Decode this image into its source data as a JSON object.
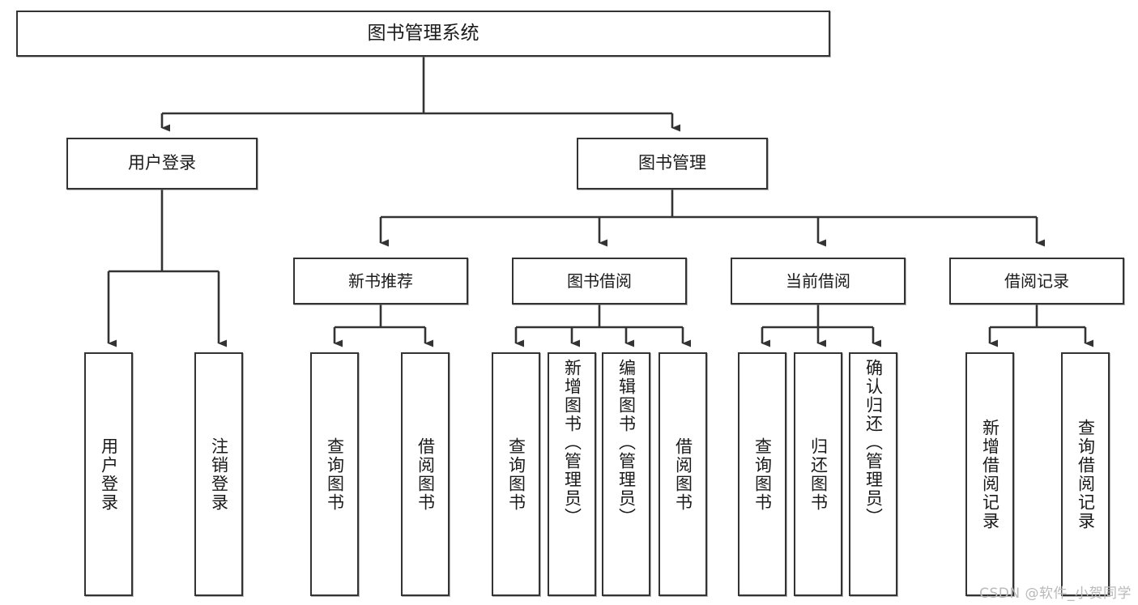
{
  "diagram": {
    "title": "图书管理系统",
    "type": "tree-hierarchy",
    "root": {
      "id": "root",
      "label": "图书管理系统"
    },
    "level2": [
      {
        "id": "user-login",
        "label": "用户登录"
      },
      {
        "id": "book-manage",
        "label": "图书管理"
      }
    ],
    "level3": [
      {
        "id": "new-book-rec",
        "label": "新书推荐",
        "parent": "book-manage"
      },
      {
        "id": "book-borrow",
        "label": "图书借阅",
        "parent": "book-manage"
      },
      {
        "id": "current-borrow",
        "label": "当前借阅",
        "parent": "book-manage"
      },
      {
        "id": "borrow-record",
        "label": "借阅记录",
        "parent": "book-manage"
      }
    ],
    "leaves": [
      {
        "id": "leaf-user-login",
        "label": "用户登录",
        "parent": "user-login"
      },
      {
        "id": "leaf-logout",
        "label": "注销登录",
        "parent": "user-login"
      },
      {
        "id": "leaf-query-book-1",
        "label": "查询图书",
        "parent": "new-book-rec"
      },
      {
        "id": "leaf-borrow-book-1",
        "label": "借阅图书",
        "parent": "new-book-rec"
      },
      {
        "id": "leaf-query-book-2",
        "label": "查询图书",
        "parent": "book-borrow"
      },
      {
        "id": "leaf-add-book",
        "label": "新增图书（管理员）",
        "parent": "book-borrow"
      },
      {
        "id": "leaf-edit-book",
        "label": "编辑图书（管理员）",
        "parent": "book-borrow"
      },
      {
        "id": "leaf-borrow-book-2",
        "label": "借阅图书",
        "parent": "book-borrow"
      },
      {
        "id": "leaf-query-book-3",
        "label": "查询图书",
        "parent": "current-borrow"
      },
      {
        "id": "leaf-return-book",
        "label": "归还图书",
        "parent": "current-borrow"
      },
      {
        "id": "leaf-confirm-return",
        "label": "确认归还（管理员）",
        "parent": "current-borrow"
      },
      {
        "id": "leaf-add-record",
        "label": "新增借阅记录",
        "parent": "borrow-record"
      },
      {
        "id": "leaf-query-record",
        "label": "查询借阅记录",
        "parent": "borrow-record"
      }
    ],
    "colors": {
      "background": "#ffffff",
      "node_fill": "#ffffff",
      "node_border": "#333333",
      "edge": "#333333",
      "text": "#1a1a1a",
      "watermark": "#b9b9b9"
    }
  },
  "watermark": {
    "text": "CSDN @软件_小贺同学"
  }
}
